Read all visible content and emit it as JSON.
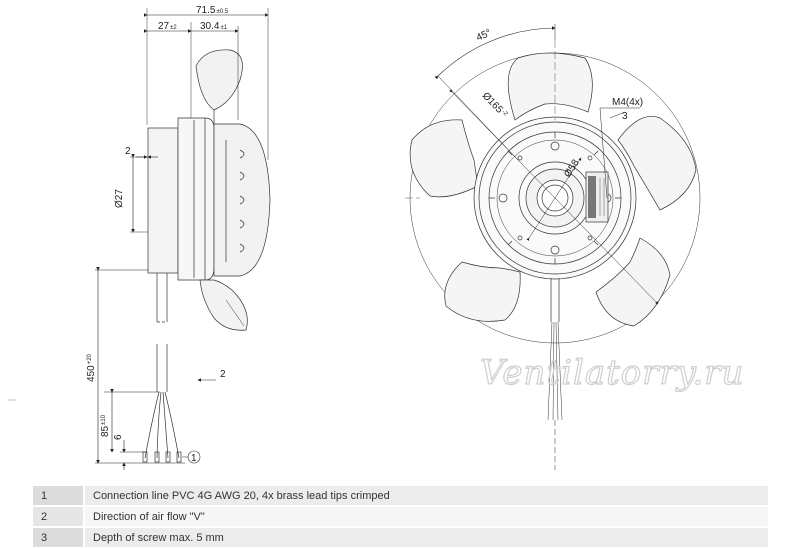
{
  "dimensions": {
    "overall_width": "71.5",
    "overall_width_tol": "±0.5",
    "depth_a": "27",
    "depth_a_tol": "±2",
    "depth_b": "30.4",
    "depth_b_tol": "±1",
    "offset": "2",
    "hub_diameter": "Ø27",
    "cable_length": "450",
    "cable_length_tol": "+20",
    "strip_length": "85",
    "strip_length_tol": "±10",
    "tip_length": "6",
    "angle": "45°",
    "outer_diameter": "Ø165",
    "outer_diameter_tol": "-2",
    "bore_diameter": "Ø58",
    "screw": "M4(4x)"
  },
  "callouts": {
    "c1": "1",
    "c2a": "2",
    "c2b": "2",
    "c3": "3"
  },
  "watermark": "Ventilatorry.ru",
  "legend": [
    {
      "num": "1",
      "text": "Connection line PVC 4G AWG 20, 4x brass lead tips crimped"
    },
    {
      "num": "2",
      "text": "Direction of air flow \"V\""
    },
    {
      "num": "3",
      "text": "Depth of screw max. 5 mm"
    }
  ]
}
